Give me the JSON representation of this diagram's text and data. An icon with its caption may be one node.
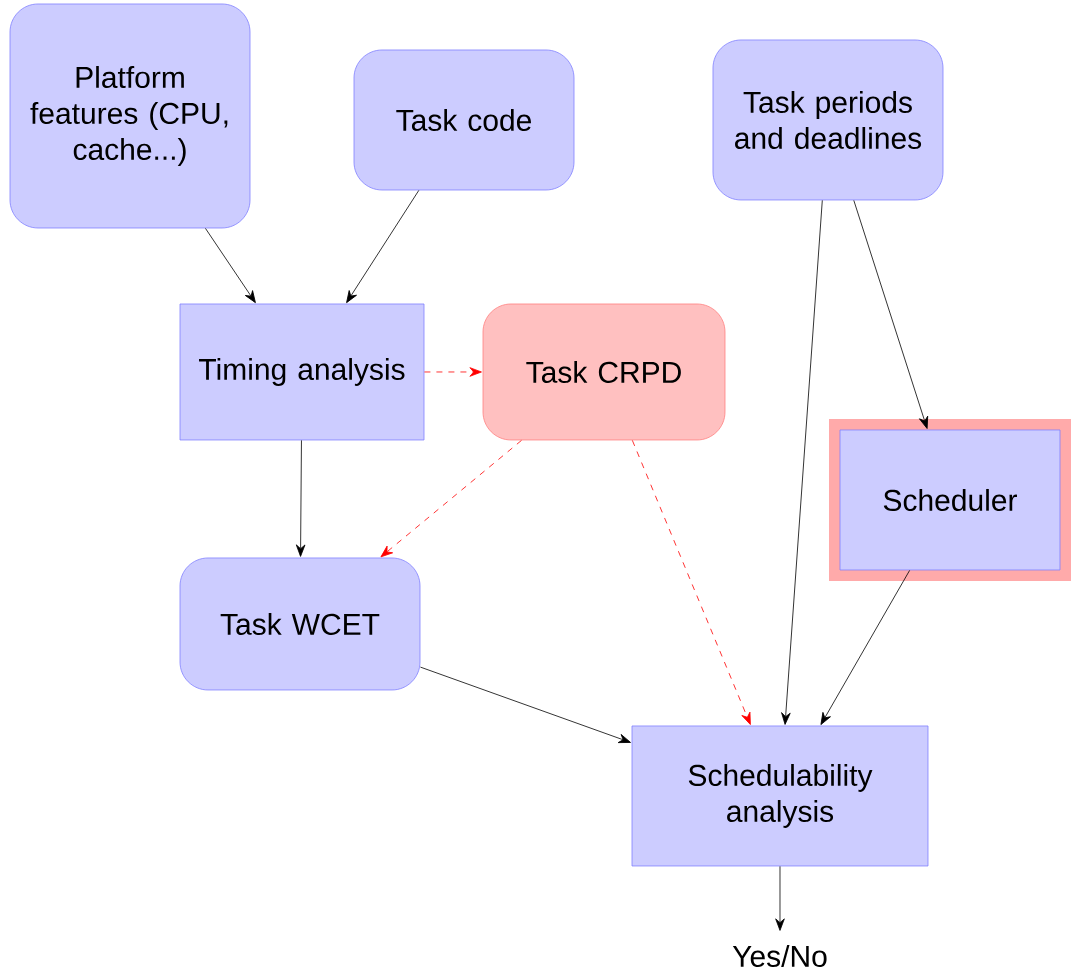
{
  "diagram": {
    "nodes": [
      {
        "text": [
          "Platform features (CPU, cache...)"
        ]
      },
      {
        "text": [
          "Task code"
        ]
      },
      {
        "text": [
          "Task periods and deadlines"
        ]
      },
      {
        "text": [
          "Timing analysis"
        ]
      },
      {
        "text": [
          "Task CRPD"
        ]
      },
      {
        "text": [
          "Scheduler"
        ]
      },
      {
        "text": [
          "Task WCET"
        ]
      },
      {
        "text": [
          "Schedulability analysis"
        ]
      },
      {
        "text": [
          "Yes/No"
        ]
      }
    ],
    "edges": [
      {
        "from": 0,
        "to": 3,
        "arrow": "to"
      },
      {
        "from": 1,
        "to": 3,
        "arrow": "to"
      },
      {
        "from": 3,
        "to": 4,
        "arrow": "to",
        "style": "dashed",
        "color": "#ff0000"
      },
      {
        "from": 3,
        "to": 6,
        "arrow": "to"
      },
      {
        "from": 4,
        "to": 6,
        "arrow": "to",
        "style": "dashed",
        "color": "#ff0000"
      },
      {
        "from": 4,
        "to": 7,
        "arrow": "to",
        "style": "dashed",
        "color": "#ff0000"
      },
      {
        "from": 2,
        "to": 7,
        "arrow": "to"
      },
      {
        "from": 2,
        "to": 5,
        "arrow": "to"
      },
      {
        "from": 5,
        "to": 7,
        "arrow": "to"
      },
      {
        "from": 6,
        "to": 7,
        "arrow": "to"
      },
      {
        "from": 7,
        "to": 8,
        "arrow": "to"
      }
    ]
  }
}
